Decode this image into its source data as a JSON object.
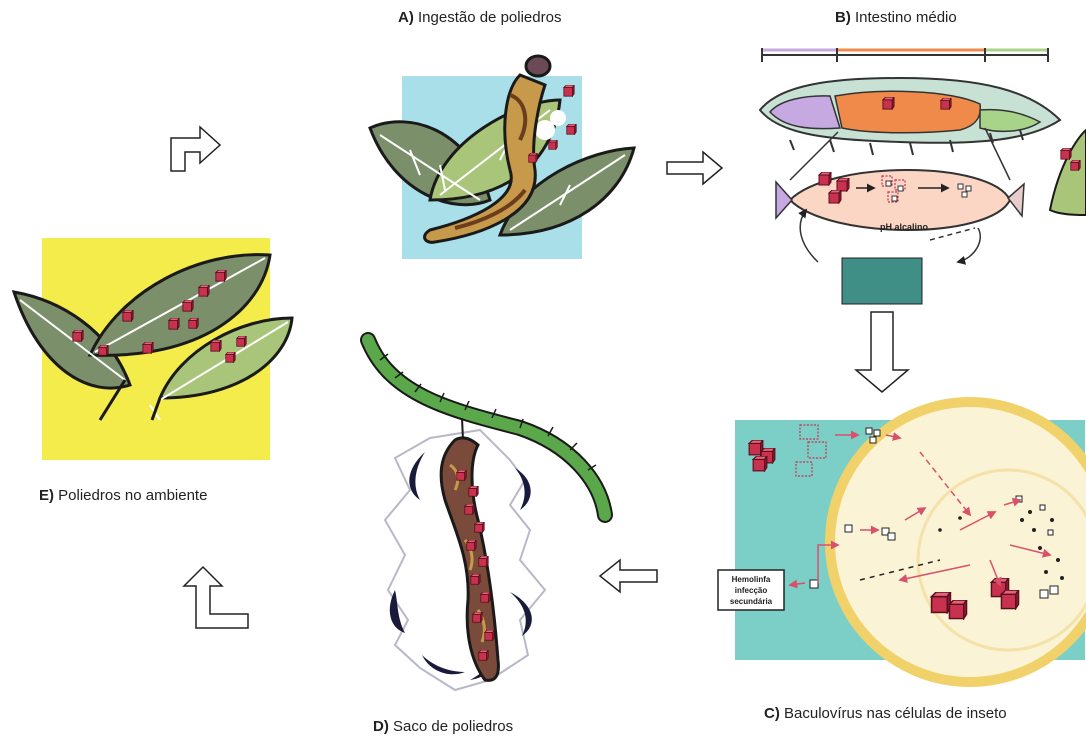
{
  "panels": {
    "a": {
      "letter": "A)",
      "title": "Ingestão de poliedros"
    },
    "b": {
      "letter": "B)",
      "title": "Intestino médio",
      "ph_label": "pH alcalino"
    },
    "c": {
      "letter": "C)",
      "title": "Baculovírus nas células de inseto",
      "hemolymph_lines": [
        "Hemolinfa",
        "infecção",
        "secundária"
      ]
    },
    "d": {
      "letter": "D)",
      "title": "Saco de poliedros"
    },
    "e": {
      "letter": "E)",
      "title": "Poliedros no ambiente"
    }
  },
  "colors": {
    "polyhedra": "#c8324f",
    "leaf_dark": "#7a8f6a",
    "leaf_light": "#a9c57a",
    "panel_a_bg": "#a8dfe8",
    "panel_e_bg": "#f3ec4a",
    "panel_c_bg": "#7ccfc7",
    "gut_orange": "#f08a4b",
    "gut_purple": "#c6a9e0",
    "gut_green": "#a8d48a",
    "stem_green": "#5aa84a",
    "arrow_pink": "#d9506a"
  }
}
